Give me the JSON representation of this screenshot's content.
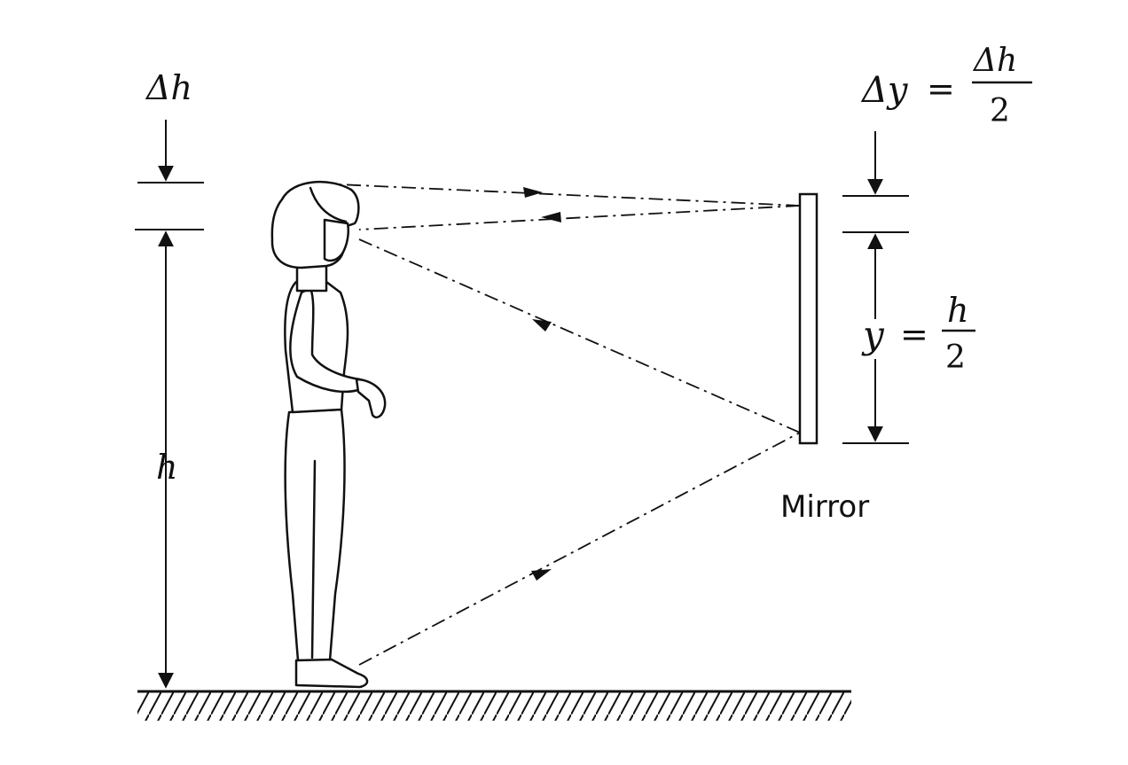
{
  "diagram": {
    "labels": {
      "delta_h": "Δh",
      "h": "h",
      "delta_y": "Δy",
      "delta_y_eq": "=",
      "delta_y_frac_num": "Δh",
      "delta_y_frac_den": "2",
      "y": "y",
      "y_eq": "=",
      "y_frac_num": "h",
      "y_frac_den": "2",
      "mirror": "Mirror"
    }
  }
}
